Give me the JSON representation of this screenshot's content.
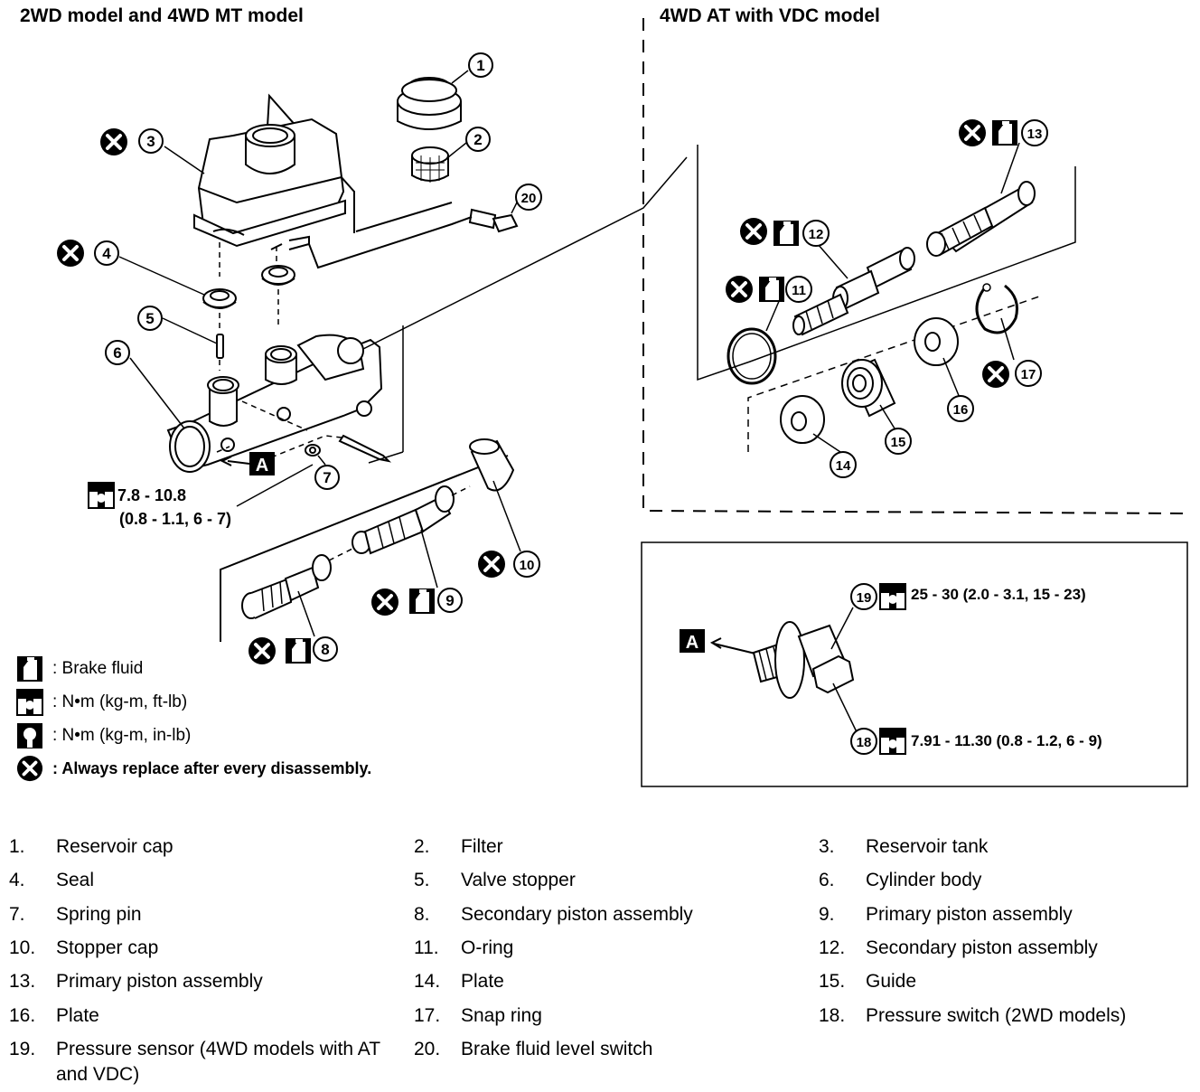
{
  "titles": {
    "left": "2WD model  and 4WD MT model",
    "right": "4WD AT with VDC model"
  },
  "torque_specs": {
    "cyl": "7.8 - 10.8",
    "cyl_sub": "(0.8 - 1.1, 6 - 7)",
    "p19": "25 - 30 (2.0 - 3.1, 15 - 23)",
    "p18": "7.91 - 11.30 (0.8 - 1.2, 6 - 9)"
  },
  "callouts": [
    "1",
    "2",
    "3",
    "4",
    "5",
    "6",
    "7",
    "8",
    "9",
    "10",
    "11",
    "12",
    "13",
    "14",
    "15",
    "16",
    "17",
    "18",
    "19",
    "20"
  ],
  "view_marker": "A",
  "legend": {
    "brake_fluid": ": Brake fluid",
    "nm_ftlb": ":  N•m  (kg-m,  ft-lb)",
    "nm_inlb": ":  N•m  (kg-m,  in-lb)",
    "replace": ": Always replace after every disassembly."
  },
  "icons": {
    "replace": "x-circle-icon",
    "fluid": "brake-fluid-icon",
    "torque": "torque-wrench-icon"
  },
  "parts": [
    {
      "num": "1.",
      "label": "Reservoir cap"
    },
    {
      "num": "2.",
      "label": "Filter"
    },
    {
      "num": "3.",
      "label": "Reservoir tank"
    },
    {
      "num": "4.",
      "label": "Seal"
    },
    {
      "num": "5.",
      "label": "Valve stopper"
    },
    {
      "num": "6.",
      "label": "Cylinder body"
    },
    {
      "num": "7.",
      "label": "Spring pin"
    },
    {
      "num": "8.",
      "label": "Secondary piston assembly"
    },
    {
      "num": "9.",
      "label": "Primary piston assembly"
    },
    {
      "num": "10.",
      "label": "Stopper cap"
    },
    {
      "num": "11.",
      "label": "O-ring"
    },
    {
      "num": "12.",
      "label": "Secondary piston assembly"
    },
    {
      "num": "13.",
      "label": "Primary piston assembly"
    },
    {
      "num": "14.",
      "label": "Plate"
    },
    {
      "num": "15.",
      "label": "Guide"
    },
    {
      "num": "16.",
      "label": "Plate"
    },
    {
      "num": "17.",
      "label": "Snap ring"
    },
    {
      "num": "18.",
      "label": "Pressure switch (2WD models)"
    },
    {
      "num": "19.",
      "label": "Pressure sensor (4WD models with AT and VDC)"
    },
    {
      "num": "20.",
      "label": "Brake fluid level switch"
    }
  ]
}
